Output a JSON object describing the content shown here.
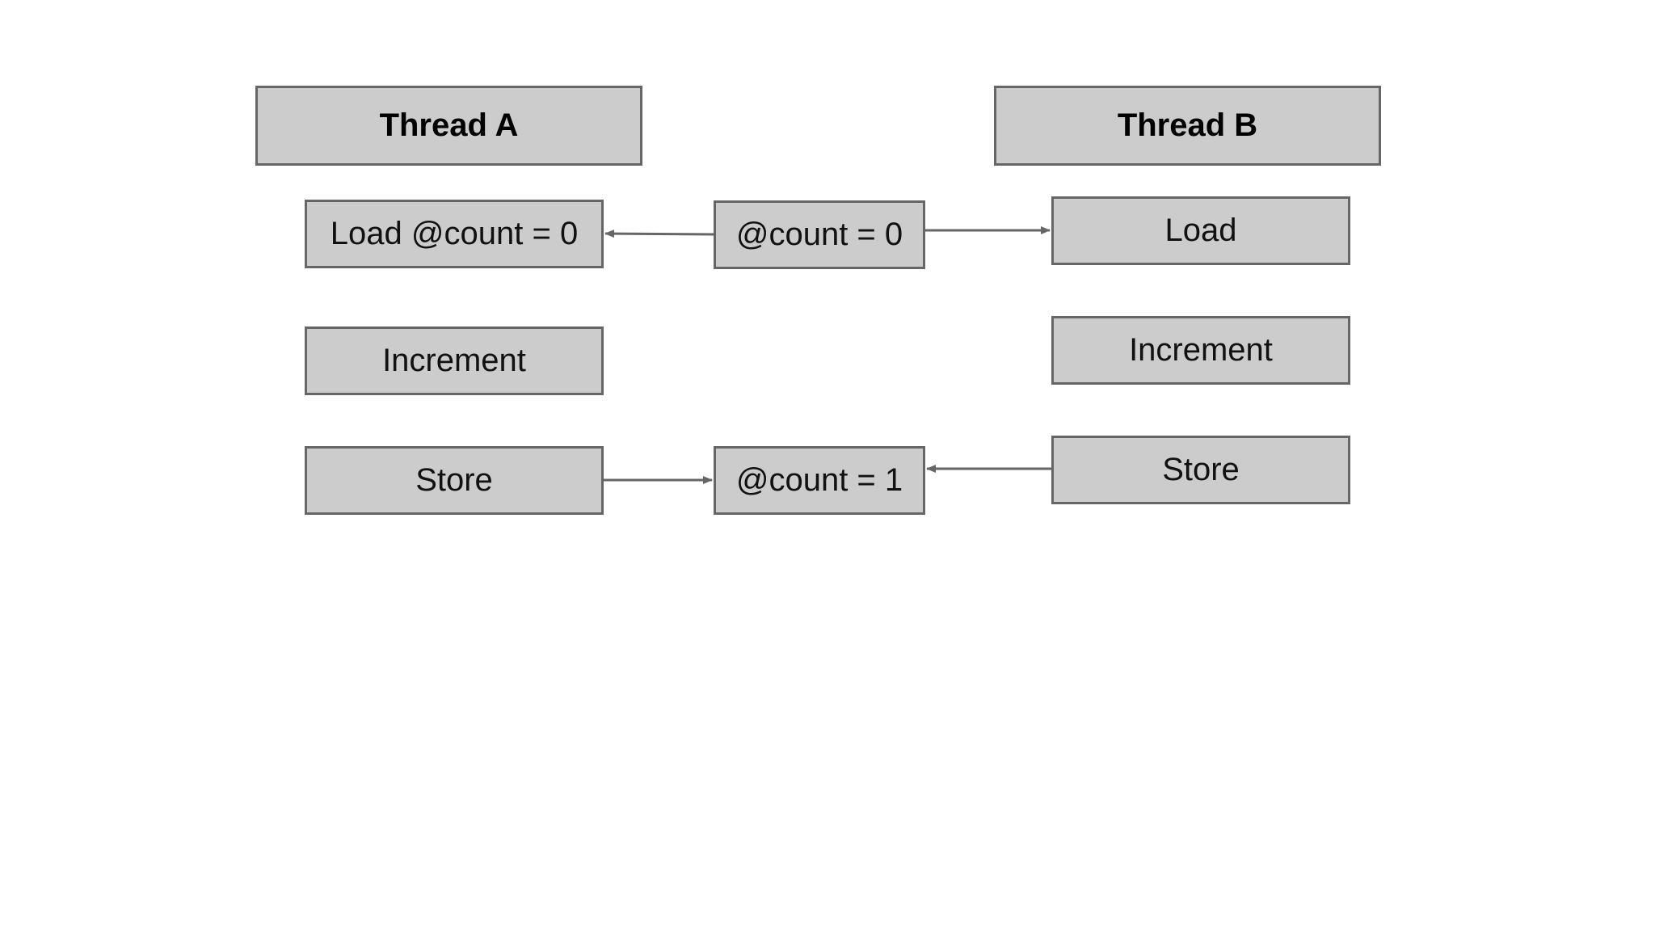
{
  "diagram": {
    "thread_a": {
      "header": "Thread A",
      "load": "Load @count = 0",
      "increment": "Increment",
      "store": "Store"
    },
    "thread_b": {
      "header": "Thread B",
      "load": "Load",
      "increment": "Increment",
      "store": "Store"
    },
    "memory": {
      "initial": "@count = 0",
      "final": "@count = 1"
    }
  },
  "colors": {
    "box_fill": "#cccccc",
    "box_border": "#666666",
    "arrow": "#666666",
    "text": "#111111",
    "background": "#ffffff"
  }
}
